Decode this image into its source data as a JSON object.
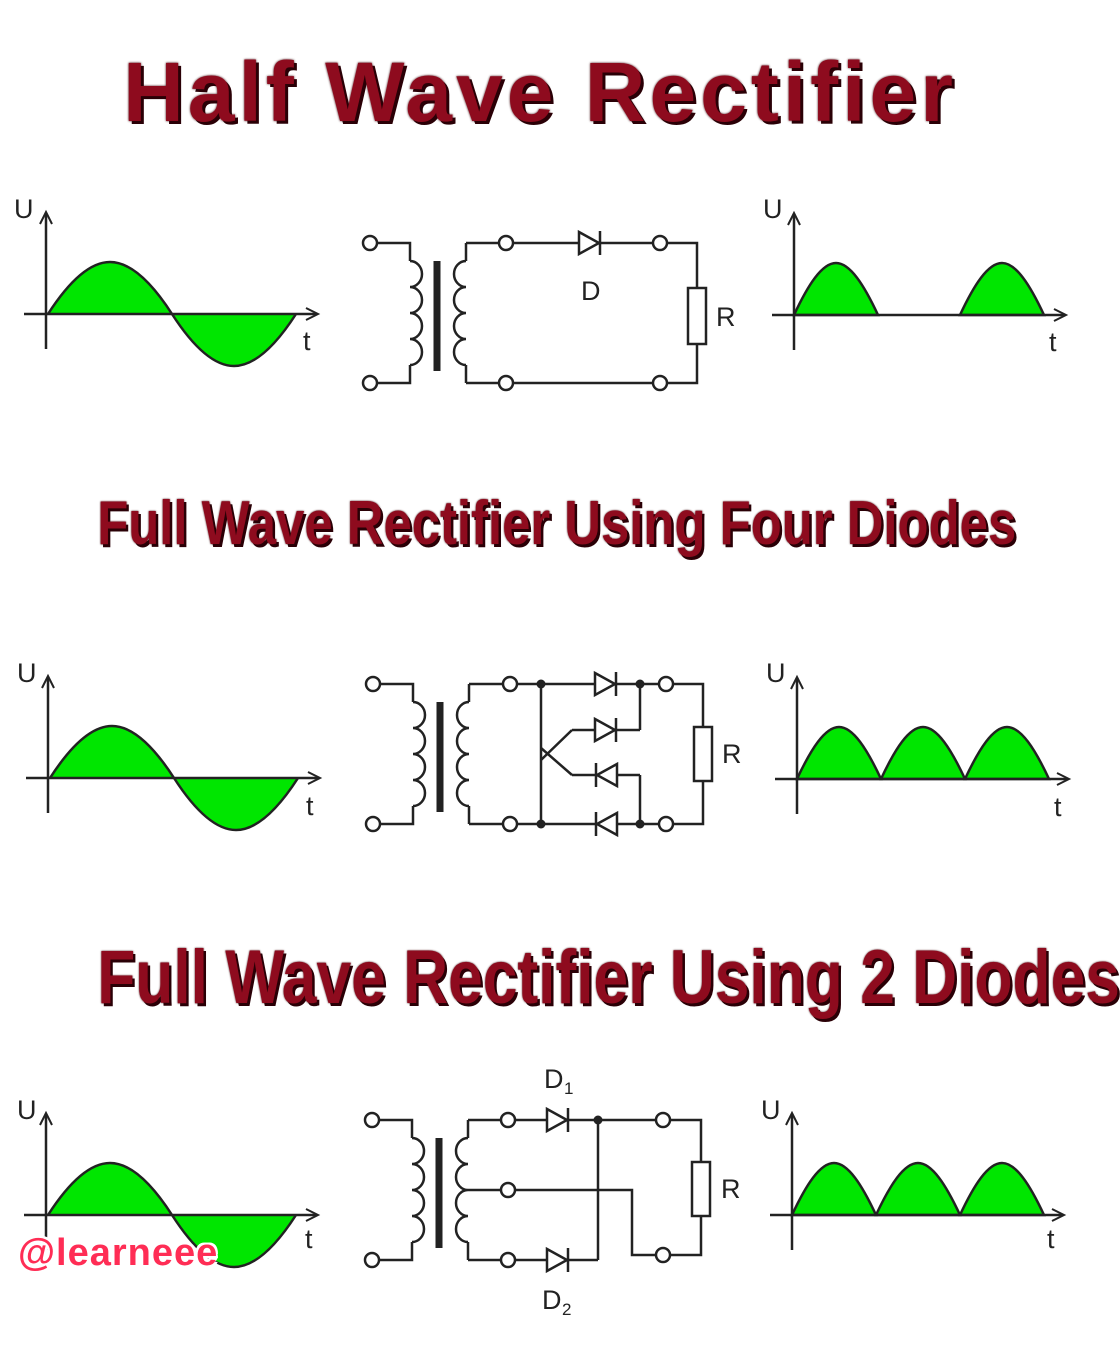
{
  "titles": {
    "half_wave": "Half Wave Rectifier",
    "full_wave_four": "Full Wave Rectifier Using Four Diodes",
    "full_wave_two": "Full Wave Rectifier Using 2 Diodes"
  },
  "axes": {
    "y_label": "U",
    "x_label": "t"
  },
  "components": {
    "diode": "D",
    "diode_1": "D",
    "diode_1_subscript": "1",
    "diode_2": "D",
    "diode_2_subscript": "2",
    "resistor": "R"
  },
  "watermark": "@learneee",
  "colors": {
    "title": "#8e0b1e",
    "waveform_fill": "#00e600",
    "watermark": "#ff2d55",
    "line": "#222222"
  },
  "waveforms": {
    "input": "sine",
    "half_wave_output": "half-wave rectified",
    "full_wave_output": "full-wave rectified"
  }
}
